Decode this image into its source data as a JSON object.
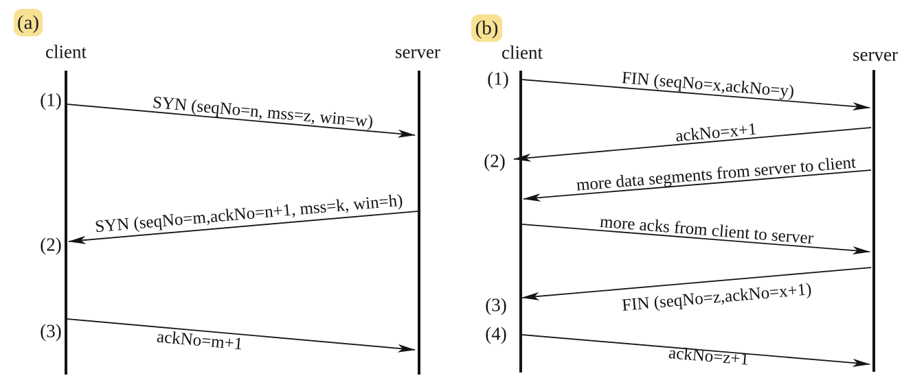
{
  "figure": {
    "panels": [
      {
        "tag": "(a)",
        "left_actor": "client",
        "right_actor": "server",
        "messages": [
          {
            "step": "(1)",
            "label": "SYN (seqNo=n, mss=z, win=w)",
            "from": "client",
            "to": "server"
          },
          {
            "step": "(2)",
            "label": "SYN (seqNo=m,ackNo=n+1, mss=k, win=h)",
            "from": "server",
            "to": "client"
          },
          {
            "step": "(3)",
            "label": "ackNo=m+1",
            "from": "client",
            "to": "server"
          }
        ]
      },
      {
        "tag": "(b)",
        "left_actor": "client",
        "right_actor": "server",
        "messages": [
          {
            "step": "(1)",
            "label": "FIN (seqNo=x,ackNo=y)",
            "from": "client",
            "to": "server"
          },
          {
            "step": "(2)",
            "label": "ackNo=x+1",
            "from": "server",
            "to": "client"
          },
          {
            "step": "",
            "label": "more data segments from server to client",
            "from": "server",
            "to": "client"
          },
          {
            "step": "",
            "label": "more acks from client to server",
            "from": "client",
            "to": "server"
          },
          {
            "step": "(3)",
            "label": "FIN (seqNo=z,ackNo=x+1)",
            "from": "server",
            "to": "client"
          },
          {
            "step": "(4)",
            "label": "ackNo=z+1",
            "from": "client",
            "to": "server"
          }
        ]
      }
    ],
    "colors": {
      "ink": "#151515",
      "tag_highlight": "#f8e193",
      "background": "#ffffff"
    }
  }
}
